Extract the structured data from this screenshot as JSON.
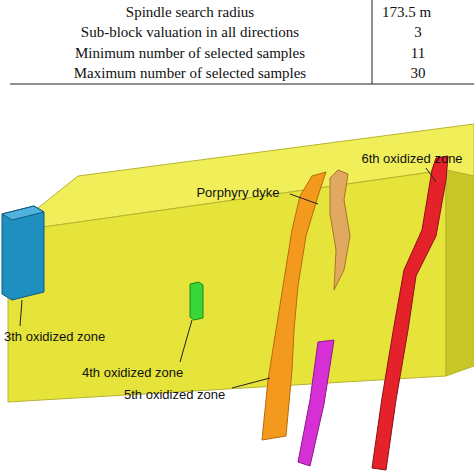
{
  "diagram": {
    "labels": [
      "Spindle search radius",
      "173.5 m",
      "Sub-block valuation in all directions",
      "3",
      "Minimum number of selected samples",
      "11",
      "Maximum number of selected samples",
      "30",
      "Porphyry dyke",
      "6th oxidized zone",
      "3th oxidized zone",
      "4th oxidized zone",
      "5th oxidized zone"
    ]
  }
}
